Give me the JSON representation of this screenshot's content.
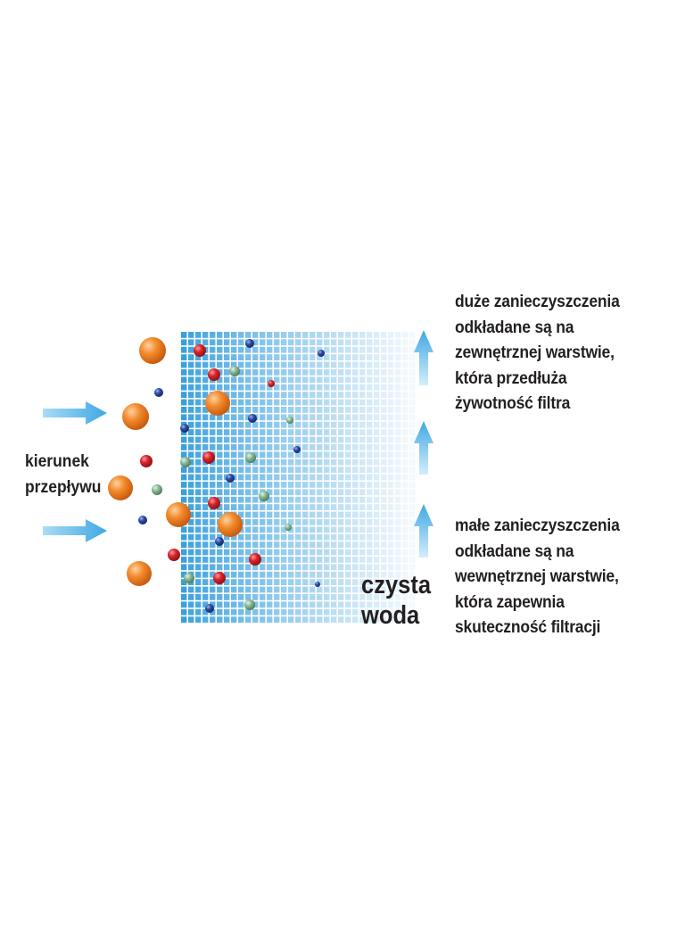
{
  "notes": {
    "large": {
      "lines": [
        "duże zanieczyszczenia",
        "odkładane są na",
        "zewnętrznej warstwie,",
        "która przedłuża",
        "żywotność filtra"
      ]
    },
    "small": {
      "lines": [
        "małe zanieczyszczenia",
        "odkładane są na",
        "wewnętrznej warstwie,",
        "która zapewnia",
        "skuteczność filtracji"
      ]
    }
  },
  "flow_label": {
    "lines": [
      "kierunek",
      "przepływu"
    ]
  },
  "clean_label": {
    "lines": [
      "czysta",
      "woda"
    ]
  },
  "colors": {
    "arrow": "#5bb9ea",
    "grid": "#4aa8e0",
    "particle_large": "#ee7d1e",
    "particle_red": "#d2232a",
    "particle_blue": "#27449a",
    "particle_green": "#7fb08a",
    "text": "#231f20"
  },
  "icons": {
    "flow_arrow": "right-arrow-icon",
    "output_arrow": "up-arrow-icon"
  }
}
